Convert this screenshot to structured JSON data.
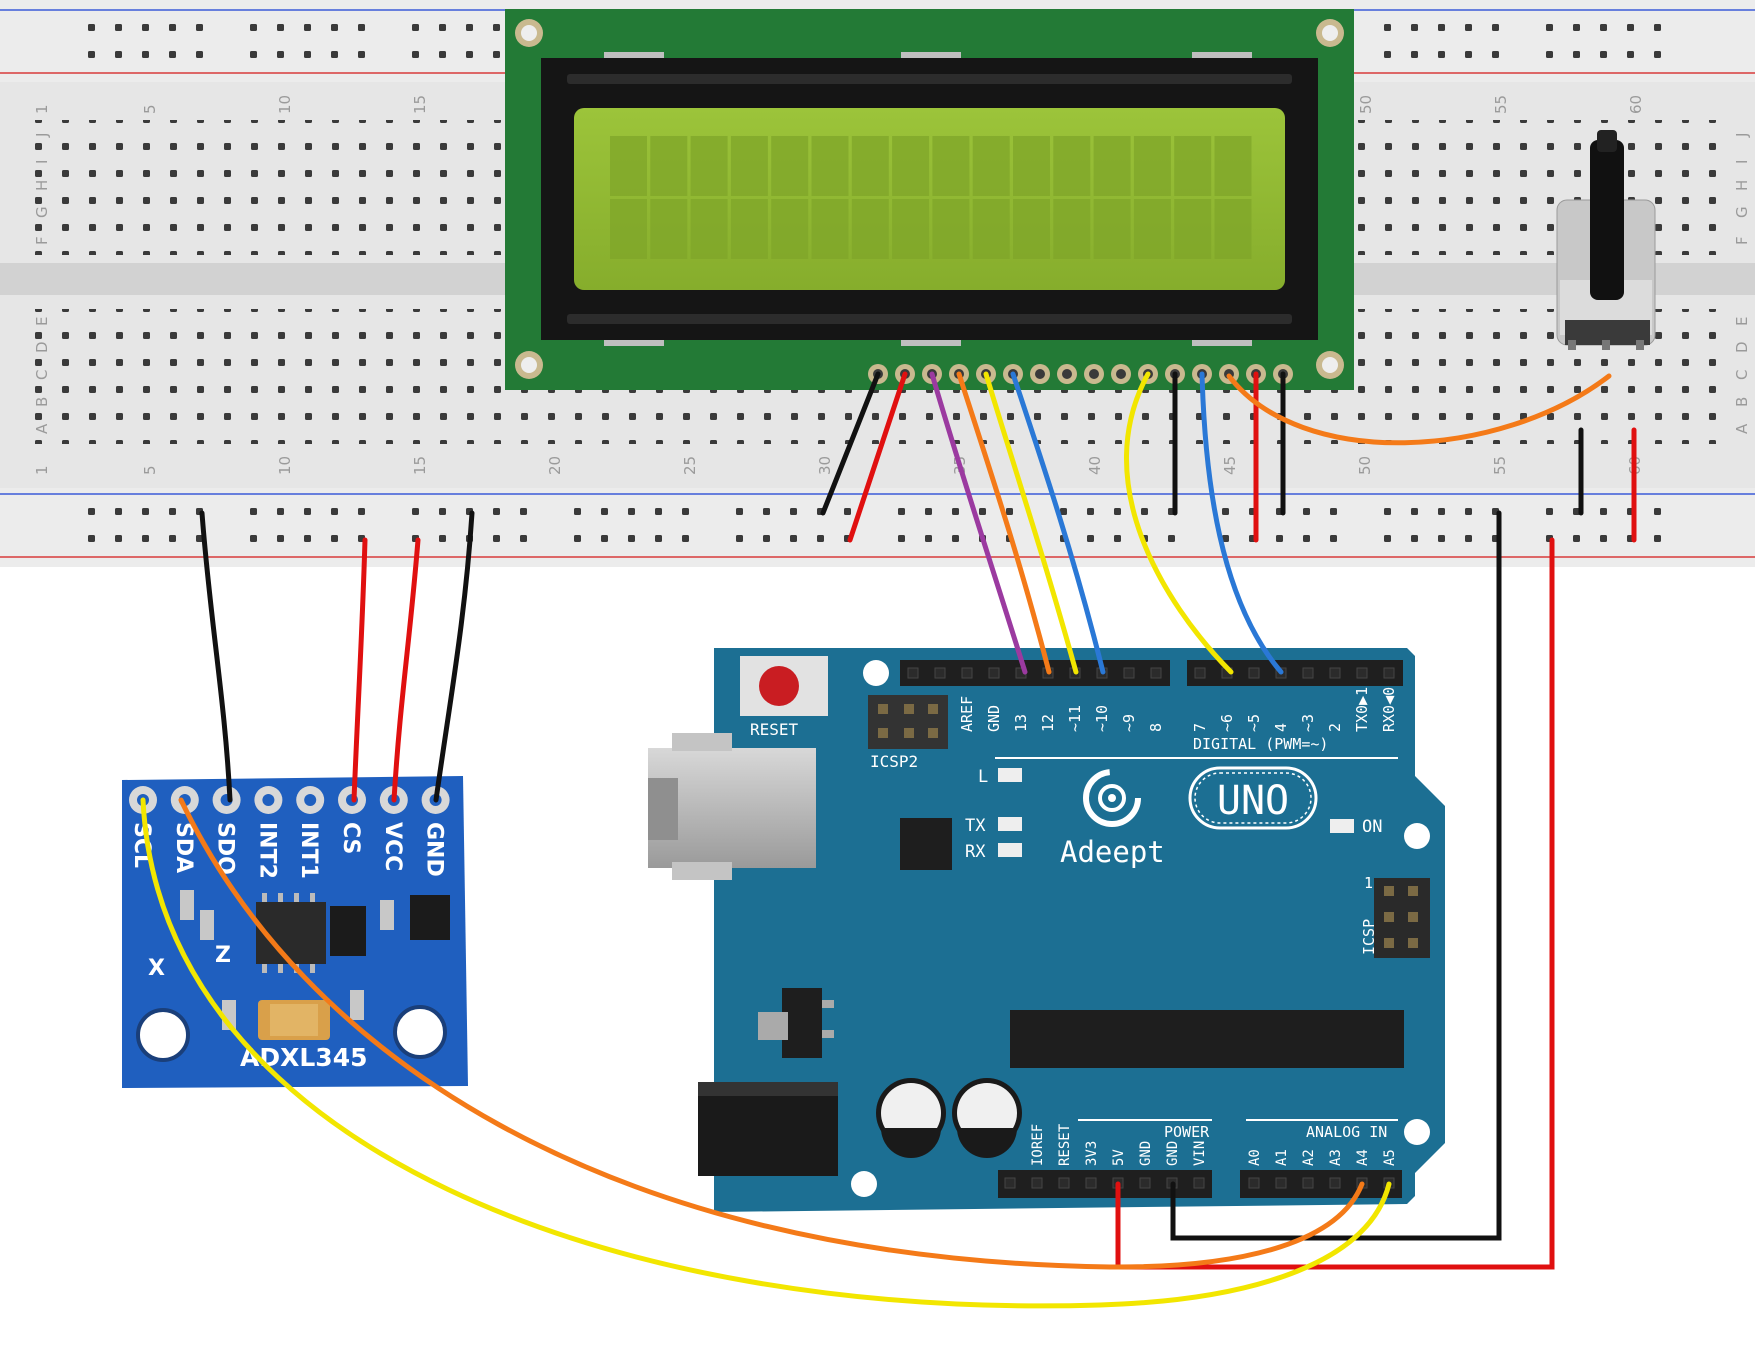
{
  "colors": {
    "board": "#1c6f93",
    "lcd_pcb": "#237a36",
    "lcd_screen": "#93b834",
    "module": "#1f5fbf",
    "wire_black": "#111111",
    "wire_red": "#e01010",
    "wire_yellow": "#f2e600",
    "wire_orange": "#f47a18",
    "wire_blue": "#2a78d6",
    "wire_purple": "#9b3aa0"
  },
  "breadboard": {
    "column_numbers_top": [
      "1",
      "5",
      "10",
      "15",
      "50",
      "55",
      "60"
    ],
    "column_numbers_bottom": [
      "1",
      "5",
      "10",
      "15",
      "20",
      "25",
      "30",
      "35",
      "40",
      "45",
      "50",
      "55",
      "60"
    ],
    "row_letters_top": [
      "J",
      "I",
      "H",
      "G",
      "F"
    ],
    "row_letters_bottom": [
      "E",
      "D",
      "C",
      "B",
      "A"
    ]
  },
  "lcd": {
    "component_icon": "lcd-1602-display",
    "pin_count": 16
  },
  "potentiometer": {
    "component_icon": "rotary-potentiometer"
  },
  "arduino": {
    "reset_label": "RESET",
    "icsp2_label": "ICSP2",
    "icsp_label": "ICSP",
    "icsp_pin1": "1",
    "digital_header_label": "DIGITAL (PWM=~)",
    "digital_pins": [
      "AREF",
      "GND",
      "13",
      "12",
      "~11",
      "~10",
      "~9",
      "8",
      "7",
      "~6",
      "~5",
      "4",
      "~3",
      "2",
      "TX0▶1",
      "RX0◀0"
    ],
    "led_l": "L",
    "led_tx": "TX",
    "led_rx": "RX",
    "led_on": "ON",
    "brand": "Adeept",
    "model": "UNO",
    "power_header_label": "POWER",
    "power_pins": [
      "IOREF",
      "RESET",
      "3V3",
      "5V",
      "GND",
      "GND",
      "VIN"
    ],
    "analog_header_label": "ANALOG IN",
    "analog_pins": [
      "A0",
      "A1",
      "A2",
      "A3",
      "A4",
      "A5"
    ]
  },
  "sensor": {
    "name": "ADXL345",
    "pins": [
      "SCL",
      "SDA",
      "SDO",
      "INT2",
      "INT1",
      "CS",
      "VCC",
      "GND"
    ],
    "axis_x": "X",
    "axis_z": "Z"
  }
}
